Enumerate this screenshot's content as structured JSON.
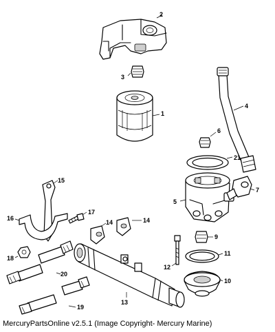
{
  "caption": "MercuryPartsOnline v2.5.1 (Image Copyright- Mercury Marine)",
  "callouts": [
    {
      "id": "1",
      "label": "1"
    },
    {
      "id": "2",
      "label": "2"
    },
    {
      "id": "3",
      "label": "3"
    },
    {
      "id": "4",
      "label": "4"
    },
    {
      "id": "5",
      "label": "5"
    },
    {
      "id": "6",
      "label": "6"
    },
    {
      "id": "7",
      "label": "7"
    },
    {
      "id": "9",
      "label": "9"
    },
    {
      "id": "10",
      "label": "10"
    },
    {
      "id": "11",
      "label": "11"
    },
    {
      "id": "12",
      "label": "12"
    },
    {
      "id": "13",
      "label": "13"
    },
    {
      "id": "14a",
      "label": "14"
    },
    {
      "id": "14b",
      "label": "14"
    },
    {
      "id": "15",
      "label": "15"
    },
    {
      "id": "16",
      "label": "16"
    },
    {
      "id": "17",
      "label": "17"
    },
    {
      "id": "18",
      "label": "18"
    },
    {
      "id": "19",
      "label": "19"
    },
    {
      "id": "20",
      "label": "20"
    },
    {
      "id": "21",
      "label": "21"
    }
  ]
}
